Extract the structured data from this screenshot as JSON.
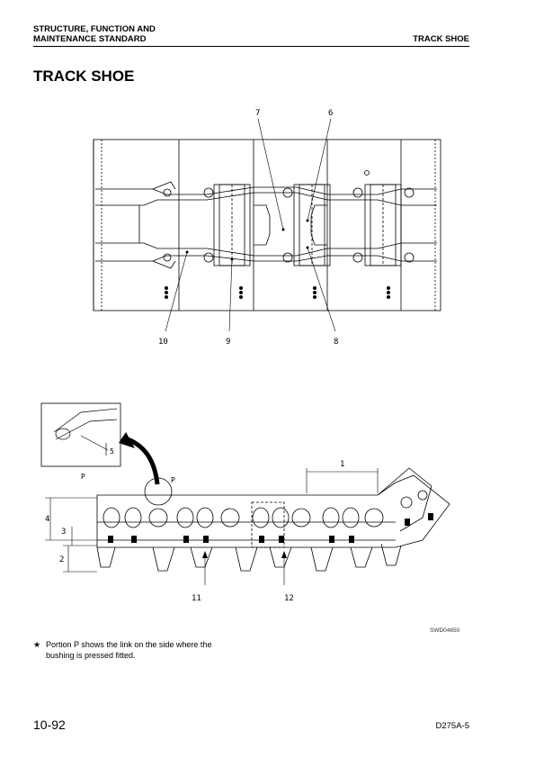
{
  "header": {
    "section_line1": "STRUCTURE, FUNCTION AND",
    "section_line2": "MAINTENANCE STANDARD",
    "right": "TRACK SHOE"
  },
  "title": "TRACK SHOE",
  "figure_top": {
    "callouts": {
      "c7": "7",
      "c6": "6",
      "c10": "10",
      "c9": "9",
      "c8": "8"
    }
  },
  "figure_bottom": {
    "inset_label": "5",
    "portion_label_small": "P",
    "portion_label": "P",
    "dims": {
      "d1": "1",
      "d2": "2",
      "d3": "3",
      "d4": "4"
    },
    "callouts": {
      "c11": "11",
      "c12": "12"
    },
    "figure_id": "SWD04650"
  },
  "note": {
    "symbol": "★",
    "line1": "Portion P shows the link on the side where the",
    "line2": "bushing is pressed fitted."
  },
  "footer": {
    "page": "10-92",
    "model": "D275A-5"
  }
}
